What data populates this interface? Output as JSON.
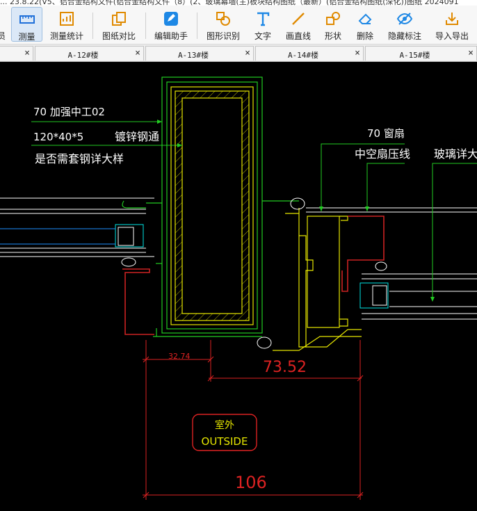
{
  "window": {
    "title": "... 23.8.22(V5、铝合金结构文件(铝合金结构文件（8）(2、玻璃幕墙(主)板块结构图纸（最新）(铝合金结构图纸(深化))图纸 2024091"
  },
  "toolbar": {
    "items": [
      {
        "label": "员"
      },
      {
        "label": "测量"
      },
      {
        "label": "测量统计"
      },
      {
        "label": "图纸对比"
      },
      {
        "label": "编辑助手"
      },
      {
        "label": "图形识别"
      },
      {
        "label": "文字"
      },
      {
        "label": "画直线"
      },
      {
        "label": "形状"
      },
      {
        "label": "删除"
      },
      {
        "label": "隐藏标注"
      },
      {
        "label": "导入导出"
      }
    ],
    "colors": {
      "accent": "#1e6fd9",
      "active_bg": "#dbe8f7"
    }
  },
  "tabs": [
    {
      "label": "",
      "close": "×"
    },
    {
      "label": "A-12#楼",
      "close": "×"
    },
    {
      "label": "A-13#楼",
      "close": "×"
    },
    {
      "label": "A-14#楼",
      "close": "×"
    },
    {
      "label": "A-15#楼",
      "close": "×"
    }
  ],
  "drawing": {
    "annotations": {
      "note1": "70 加强中工02",
      "note2a": "120*40*5",
      "note2b": "镀锌钢通",
      "note3": "是否需套钢详大样",
      "note4": "70 窗扇",
      "note5": "中空扇压线",
      "note6": "玻璃详大样"
    },
    "dimensions": {
      "small": "32.74",
      "mid": "73.52",
      "total": "106"
    },
    "room_label": {
      "cn": "室外",
      "en": "OUTSIDE"
    },
    "colors": {
      "green": "#22cc22",
      "yellow": "#e6e600",
      "red": "#cc2222",
      "white": "#ffffff",
      "cyan": "#00e5e5",
      "dim": "#d22"
    }
  }
}
